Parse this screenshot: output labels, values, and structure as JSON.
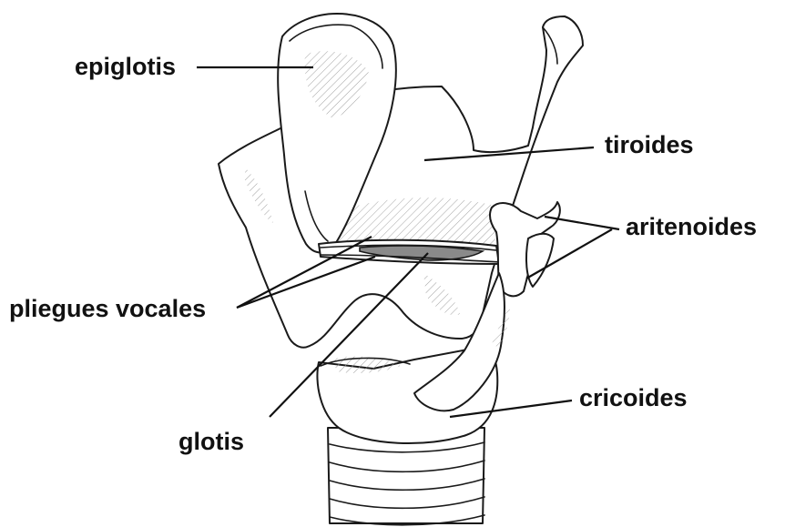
{
  "labels": {
    "epiglotis": "epiglotis",
    "tiroides": "tiroides",
    "aritenoides": "aritenoides",
    "pliegues_vocales": "pliegues vocales",
    "glotis": "glotis",
    "cricoides": "cricoides"
  },
  "colors": {
    "ink": "#1a1a1a",
    "background": "#ffffff",
    "glottis_fill": "#8a8a8a"
  }
}
